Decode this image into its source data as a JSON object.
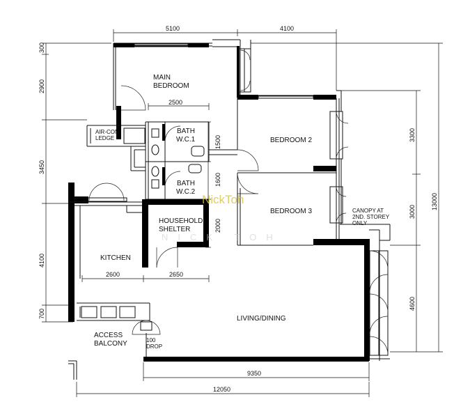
{
  "rooms": {
    "main_bedroom_1": "MAIN",
    "main_bedroom_2": "BEDROOM",
    "bedroom2": "BEDROOM 2",
    "bedroom3": "BEDROOM 3",
    "bath1_a": "BATH",
    "bath1_b": "W.C.1",
    "bath2_a": "BATH",
    "bath2_b": "W.C.2",
    "aircon_a": "AIR-CON",
    "aircon_b": "LEDGE",
    "shelter_a": "HOUSEHOLD",
    "shelter_b": "SHELTER",
    "kitchen": "KITCHEN",
    "living": "LIVING/DINING",
    "balcony_a": "ACCESS",
    "balcony_b": "BALCONY",
    "drop_a": "100",
    "drop_b": "DROP",
    "canopy_a": "CANOPY AT",
    "canopy_b": "2ND. STOREY",
    "canopy_c": "ONLY"
  },
  "dimensions": {
    "top_left": "5100",
    "top_right": "4100",
    "inner_2500": "2500",
    "kitchen_2600": "2600",
    "shelter_2650": "2650",
    "bottom_9350": "9350",
    "bottom_12050": "12050",
    "left_300": "300",
    "left_2900": "2900",
    "left_3450": "3450",
    "left_4100": "4100",
    "left_700": "700",
    "v_1500": "1500",
    "v_1600": "1600",
    "v_2000": "2000",
    "right_3300": "3300",
    "right_3000": "3000",
    "right_4600": "4600",
    "right_13000": "13000"
  },
  "watermark": {
    "name": "NickToh",
    "faint": "NICK TOH"
  }
}
